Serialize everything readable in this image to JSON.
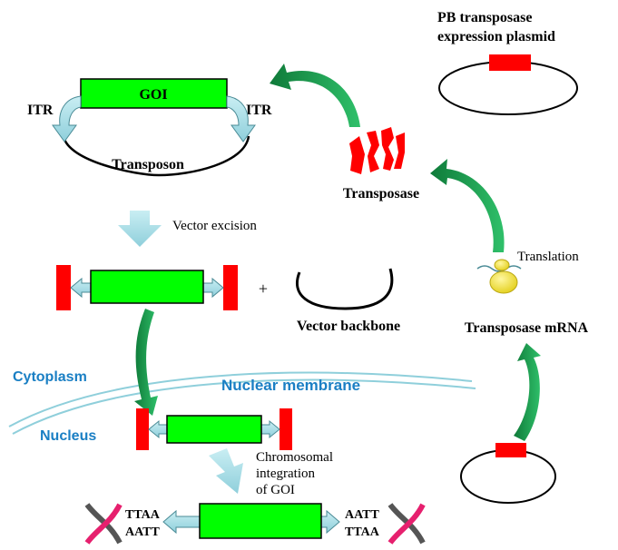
{
  "labels": {
    "plasmid_title_1": "PB transposase",
    "plasmid_title_2": "expression plasmid",
    "goi": "GOI",
    "itr_left": "ITR",
    "itr_right": "ITR",
    "transposon": "Transposon",
    "transposase": "Transposase",
    "vector_excision": "Vector excision",
    "translation": "Translation",
    "plus": "+",
    "vector_backbone": "Vector backbone",
    "transposase_mrna": "Transposase mRNA",
    "cytoplasm": "Cytoplasm",
    "nuclear_membrane": "Nuclear membrane",
    "nucleus": "Nucleus",
    "chromosomal_1": "Chromosomal",
    "chromosomal_2": "integration",
    "chromosomal_3": "of GOI",
    "left_seq_top": "TTAA",
    "left_seq_bottom": "AATT",
    "right_seq_top": "AATT",
    "right_seq_bottom": "TTAA"
  },
  "colors": {
    "goi_green": "#00ff00",
    "transposase_red": "#ff0000",
    "arrow_green": "#1a9e4a",
    "arrow_lightblue": "#a8dbe3",
    "region_blue": "#1a7fc4",
    "dna_pink": "#e6206e",
    "dna_gray": "#555555"
  }
}
